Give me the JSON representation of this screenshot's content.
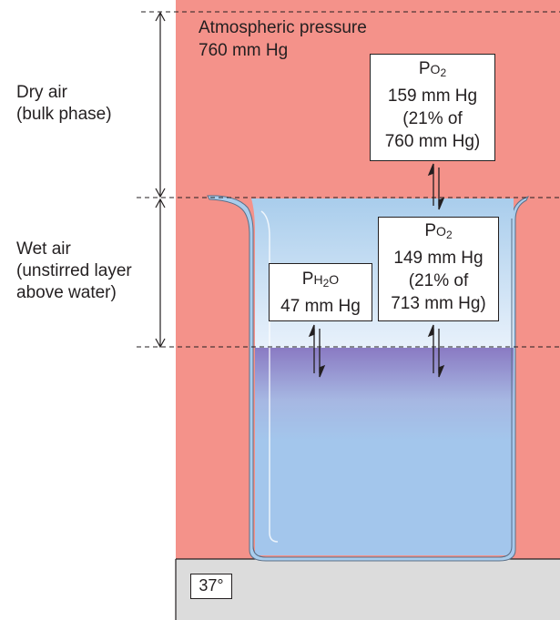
{
  "atmosphere": {
    "title": "Atmospheric pressure",
    "value": "760 mm Hg"
  },
  "zones": {
    "dry_air": {
      "line1": "Dry air",
      "line2": "(bulk phase)"
    },
    "wet_air": {
      "line1": "Wet air",
      "line2": "(unstirred layer",
      "line3": "above water)"
    }
  },
  "boxes": {
    "po2_dry": {
      "symbol": "P",
      "sub": "O",
      "subsub": "2",
      "line2": "159 mm Hg",
      "line3": "(21% of",
      "line4": "760 mm Hg)"
    },
    "po2_wet": {
      "symbol": "P",
      "sub": "O",
      "subsub": "2",
      "line2": "149 mm Hg",
      "line3": "(21% of",
      "line4": "713 mm Hg)"
    },
    "ph2o": {
      "symbol": "P",
      "sub": "H",
      "subsub": "2",
      "suffix": "O",
      "line2": "47 mm Hg"
    }
  },
  "temperature": "37°",
  "colors": {
    "background_air": "#f4928a",
    "water_top": "#8e7fc6",
    "water": "#9fc4ea",
    "beaker_wall": "#a9cdec",
    "base": "#dcdcdc"
  }
}
